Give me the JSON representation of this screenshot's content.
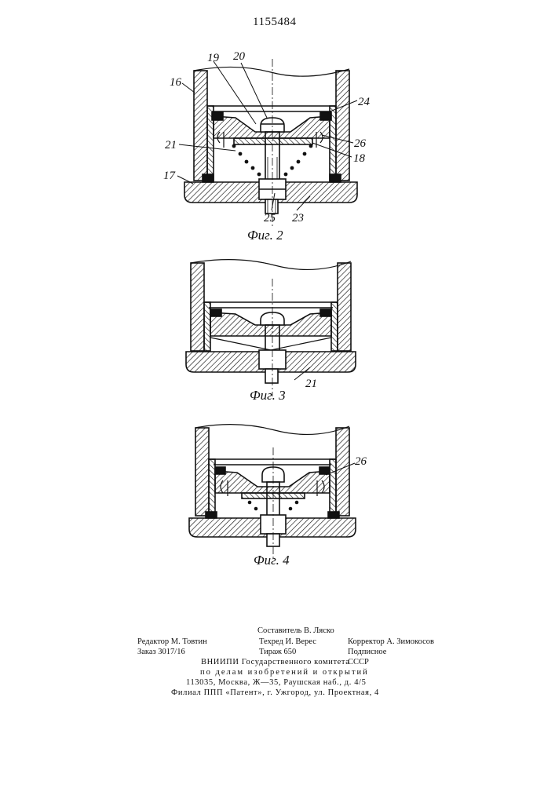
{
  "header": {
    "patent_number": "1155484"
  },
  "figures": [
    {
      "caption": "Фиг. 2",
      "labels": {
        "l19": "19",
        "l20": "20",
        "l16": "16",
        "l24": "24",
        "l21": "21",
        "l26": "26",
        "l18": "18",
        "l17": "17",
        "l25": "25",
        "l23": "23"
      }
    },
    {
      "caption": "Фиг. 3",
      "labels": {
        "l21": "21"
      }
    },
    {
      "caption": "Фиг. 4",
      "labels": {
        "l26": "26"
      }
    }
  ],
  "colophon": {
    "compiler": "Составитель В. Ляско",
    "editor": "Редактор М. Товтин",
    "techred": "Техред И. Верес",
    "corrector": "Корректор А. Зимокосов",
    "order": "Заказ 3017/16",
    "circulation": "Тираж 650",
    "subscription": "Подписное",
    "org_line1_a": "ВНИИПИ Государственного комитета",
    "org_line1_b": "СССР",
    "org_line2": "по делам изобретений и открытий",
    "address": "113035, Москва, Ж—35, Раушская наб., д. 4/5",
    "branch": "Филиал ППП «Патент», г. Ужгород, ул. Проектная, 4"
  }
}
